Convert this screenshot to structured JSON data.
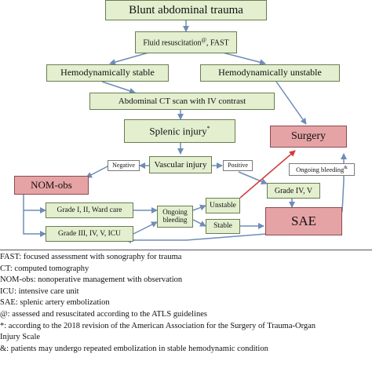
{
  "nodes": {
    "blunt": "Blunt abdominal trauma",
    "fluid": "Fluid resuscitation",
    "fluid_sup": "@",
    "fluid_line2": ", FAST",
    "stable": "Hemodynamically stable",
    "unstable": "Hemodynamically unstable",
    "ct": "Abdominal CT scan with IV contrast",
    "splenic": "Splenic injury",
    "splenic_sup": "*",
    "vascular": "Vascular injury",
    "negative": "Negative",
    "positive": "Positive",
    "nomobs": "NOM-obs",
    "surgery": "Surgery",
    "ongoing_bleeding_top": "Ongoing bleeding",
    "ongoing_bleeding_top_sup": "&",
    "grade_iv_v": "Grade IV, V",
    "grade_i_ii": "Grade I, II, Ward care",
    "ongoing_bleeding_mid": "Ongoing bleeding",
    "unstable_small": "Unstable",
    "stable_small": "Stable",
    "grade_iii_icu": "Grade III, IV, V, ICU",
    "sae": "SAE"
  },
  "legend": [
    "FAST: focused assessment with sonography for trauma",
    "CT: computed tomography",
    "NOM-obs: nonoperative management with observation",
    "ICU: intensive care unit",
    "SAE: splenic artery embolization",
    "@: assessed and resuscitated according to the ATLS guidelines",
    "*: according to the 2018 revision of the American Association for the Surgery of Trauma-Organ",
    "Injury Scale",
    "&: patients may undergo repeated embolization in stable hemodynamic condition"
  ],
  "colors": {
    "box_green": "#e3efcf",
    "box_red": "#e6a3a6",
    "arrow_blue": "#6d8db8",
    "arrow_red": "#d63a3a"
  }
}
